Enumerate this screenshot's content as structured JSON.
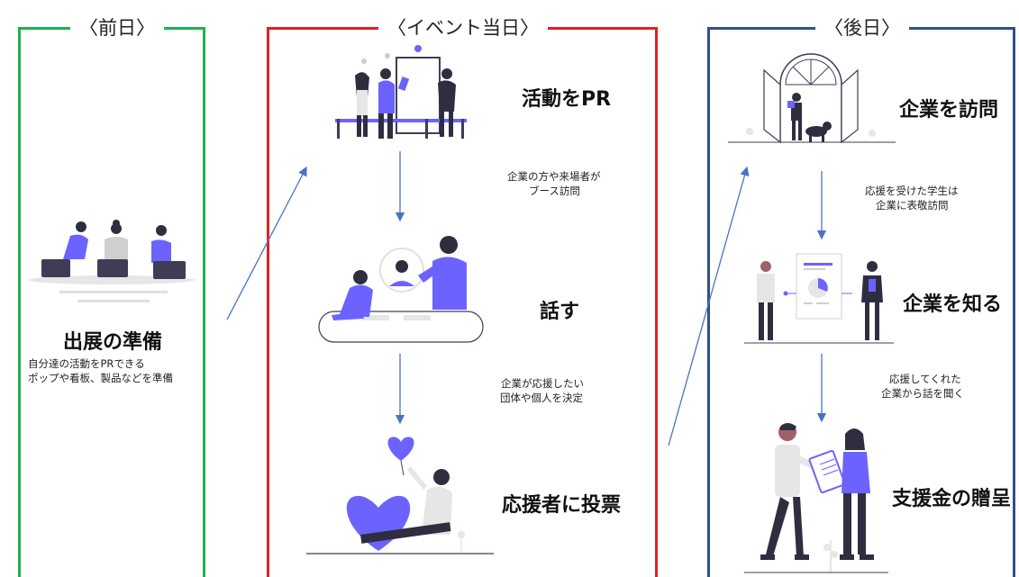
{
  "colors": {
    "before": "#1db24b",
    "event": "#e51f1f",
    "after": "#2f4f8f",
    "accent": "#6c63ff",
    "arrow": "#4a72c4"
  },
  "before": {
    "header": "〈前日〉",
    "title": "出展の準備",
    "desc_line1": "自分達の活動をPRできる",
    "desc_line2": "ポップや看板、製品などを準備"
  },
  "event": {
    "header": "〈イベント当日〉",
    "step1_title": "活動をPR",
    "note1_line1": "企業の方や来場者が",
    "note1_line2": "ブース訪問",
    "step2_title": "話す",
    "note2_line1": "企業が応援したい",
    "note2_line2": "団体や個人を決定",
    "step3_title": "応援者に投票"
  },
  "after": {
    "header": "〈後日〉",
    "step1_title": "企業を訪問",
    "note1_line1": "応援を受けた学生は",
    "note1_line2": "企業に表敬訪問",
    "step2_title": "企業を知る",
    "note2_line1": "応援してくれた",
    "note2_line2": "企業から話を聞く",
    "step3_title": "支援金の贈呈"
  }
}
